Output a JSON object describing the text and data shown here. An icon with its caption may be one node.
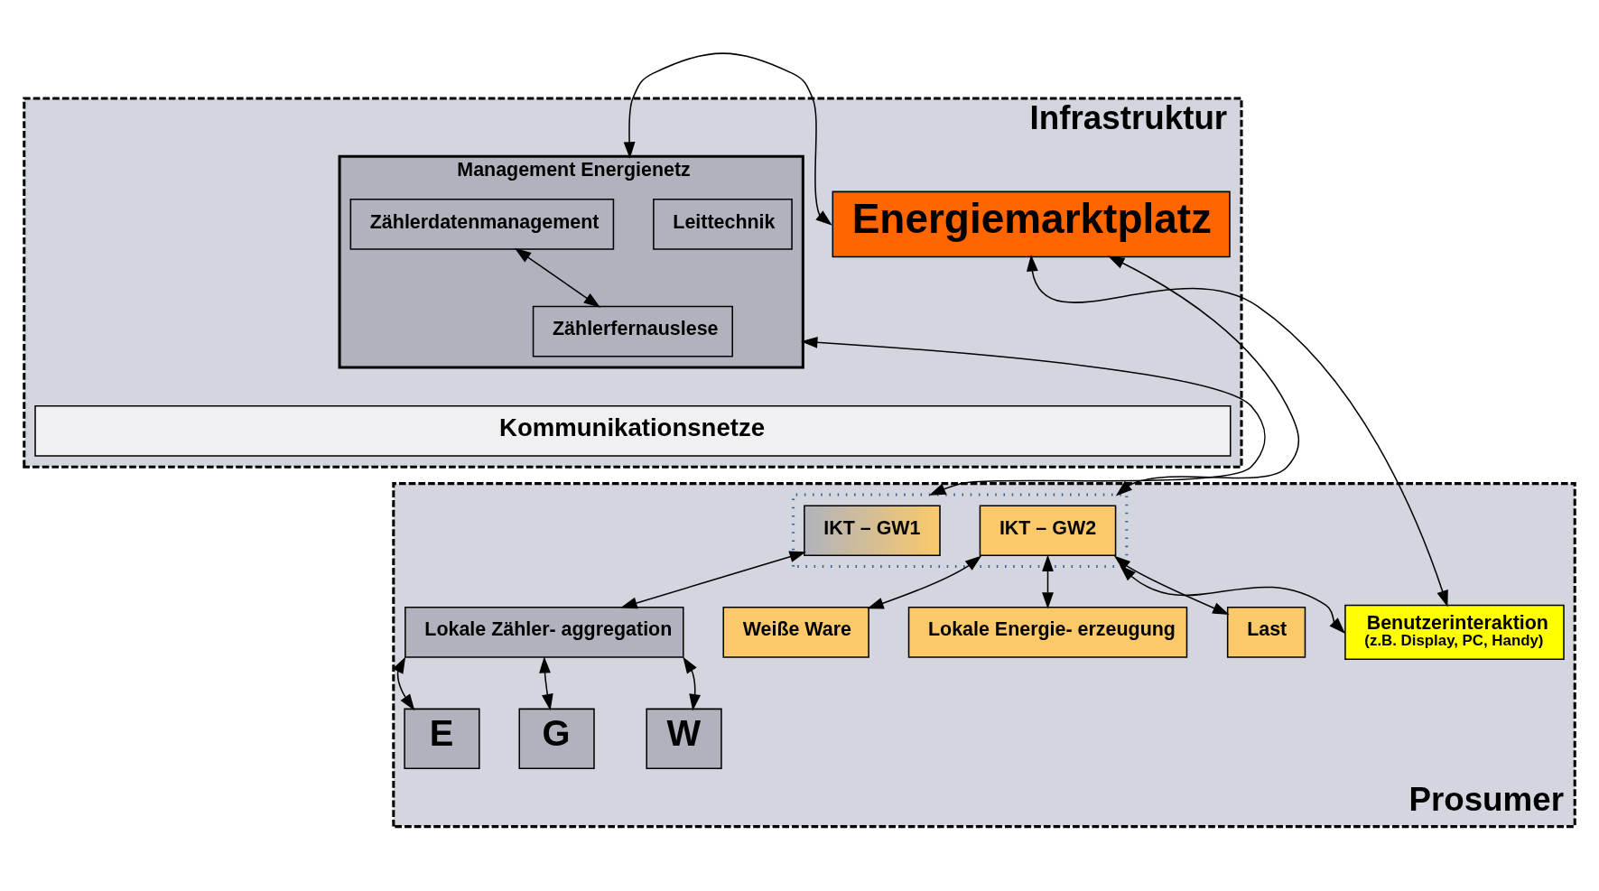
{
  "diagram": {
    "nodes": [
      {
        "text": [
          "Infrastruktur"
        ]
      },
      {
        "text": [
          "Management Energienetz"
        ],
        "in": 0
      },
      {
        "text": [
          "Leittechnik"
        ],
        "in": 1
      },
      {
        "text": [
          "Zählerdatenmanagement"
        ],
        "in": 1
      },
      {
        "text": [
          "Zählerfernauslese"
        ],
        "in": 1
      },
      {
        "text": [
          "Energiemarktplatz"
        ],
        "in": 0
      },
      {
        "text": [
          "Kommunikationsnetze"
        ],
        "in": 0
      },
      {
        "text": [
          "Prosumer"
        ]
      },
      {
        "text": [],
        "shape": "box",
        "in": 7
      },
      {
        "text": [
          "IKT – GW1"
        ],
        "in": 8
      },
      {
        "text": [
          "IKT – GW2"
        ],
        "in": 8
      },
      {
        "text": [
          "Lokale Zähler- aggregation"
        ],
        "in": 7
      },
      {
        "text": [
          "E"
        ],
        "in": 7
      },
      {
        "text": [
          "G"
        ],
        "in": 7
      },
      {
        "text": [
          "W"
        ],
        "in": 7
      },
      {
        "text": [
          "Weiße Ware"
        ],
        "in": 7
      },
      {
        "text": [
          "Lokale Energie- erzeugung"
        ],
        "in": 7
      },
      {
        "text": [
          "Last"
        ],
        "in": 7
      },
      {
        "text": [
          "Benutzerinteraktion",
          "(z.B. Display, PC, Handy)"
        ],
        "in": 7
      }
    ],
    "edges": [
      {
        "from": 1,
        "to": 5,
        "arrow": "both"
      },
      {
        "from": 3,
        "to": 4,
        "arrow": "both"
      },
      {
        "from": 1,
        "to": 8,
        "arrow": "both"
      },
      {
        "from": 5,
        "to": 8,
        "arrow": "both"
      },
      {
        "from": 5,
        "to": 18,
        "arrow": "both"
      },
      {
        "from": 8,
        "to": 18,
        "arrow": "both"
      },
      {
        "from": 9,
        "to": 11,
        "arrow": "both"
      },
      {
        "from": 11,
        "to": 12,
        "arrow": "both"
      },
      {
        "from": 11,
        "to": 13,
        "arrow": "both"
      },
      {
        "from": 11,
        "to": 14,
        "arrow": "both"
      },
      {
        "from": 10,
        "to": 15,
        "arrow": "both"
      },
      {
        "from": 10,
        "to": 16,
        "arrow": "both"
      },
      {
        "from": 10,
        "to": 17,
        "arrow": "both"
      }
    ]
  }
}
